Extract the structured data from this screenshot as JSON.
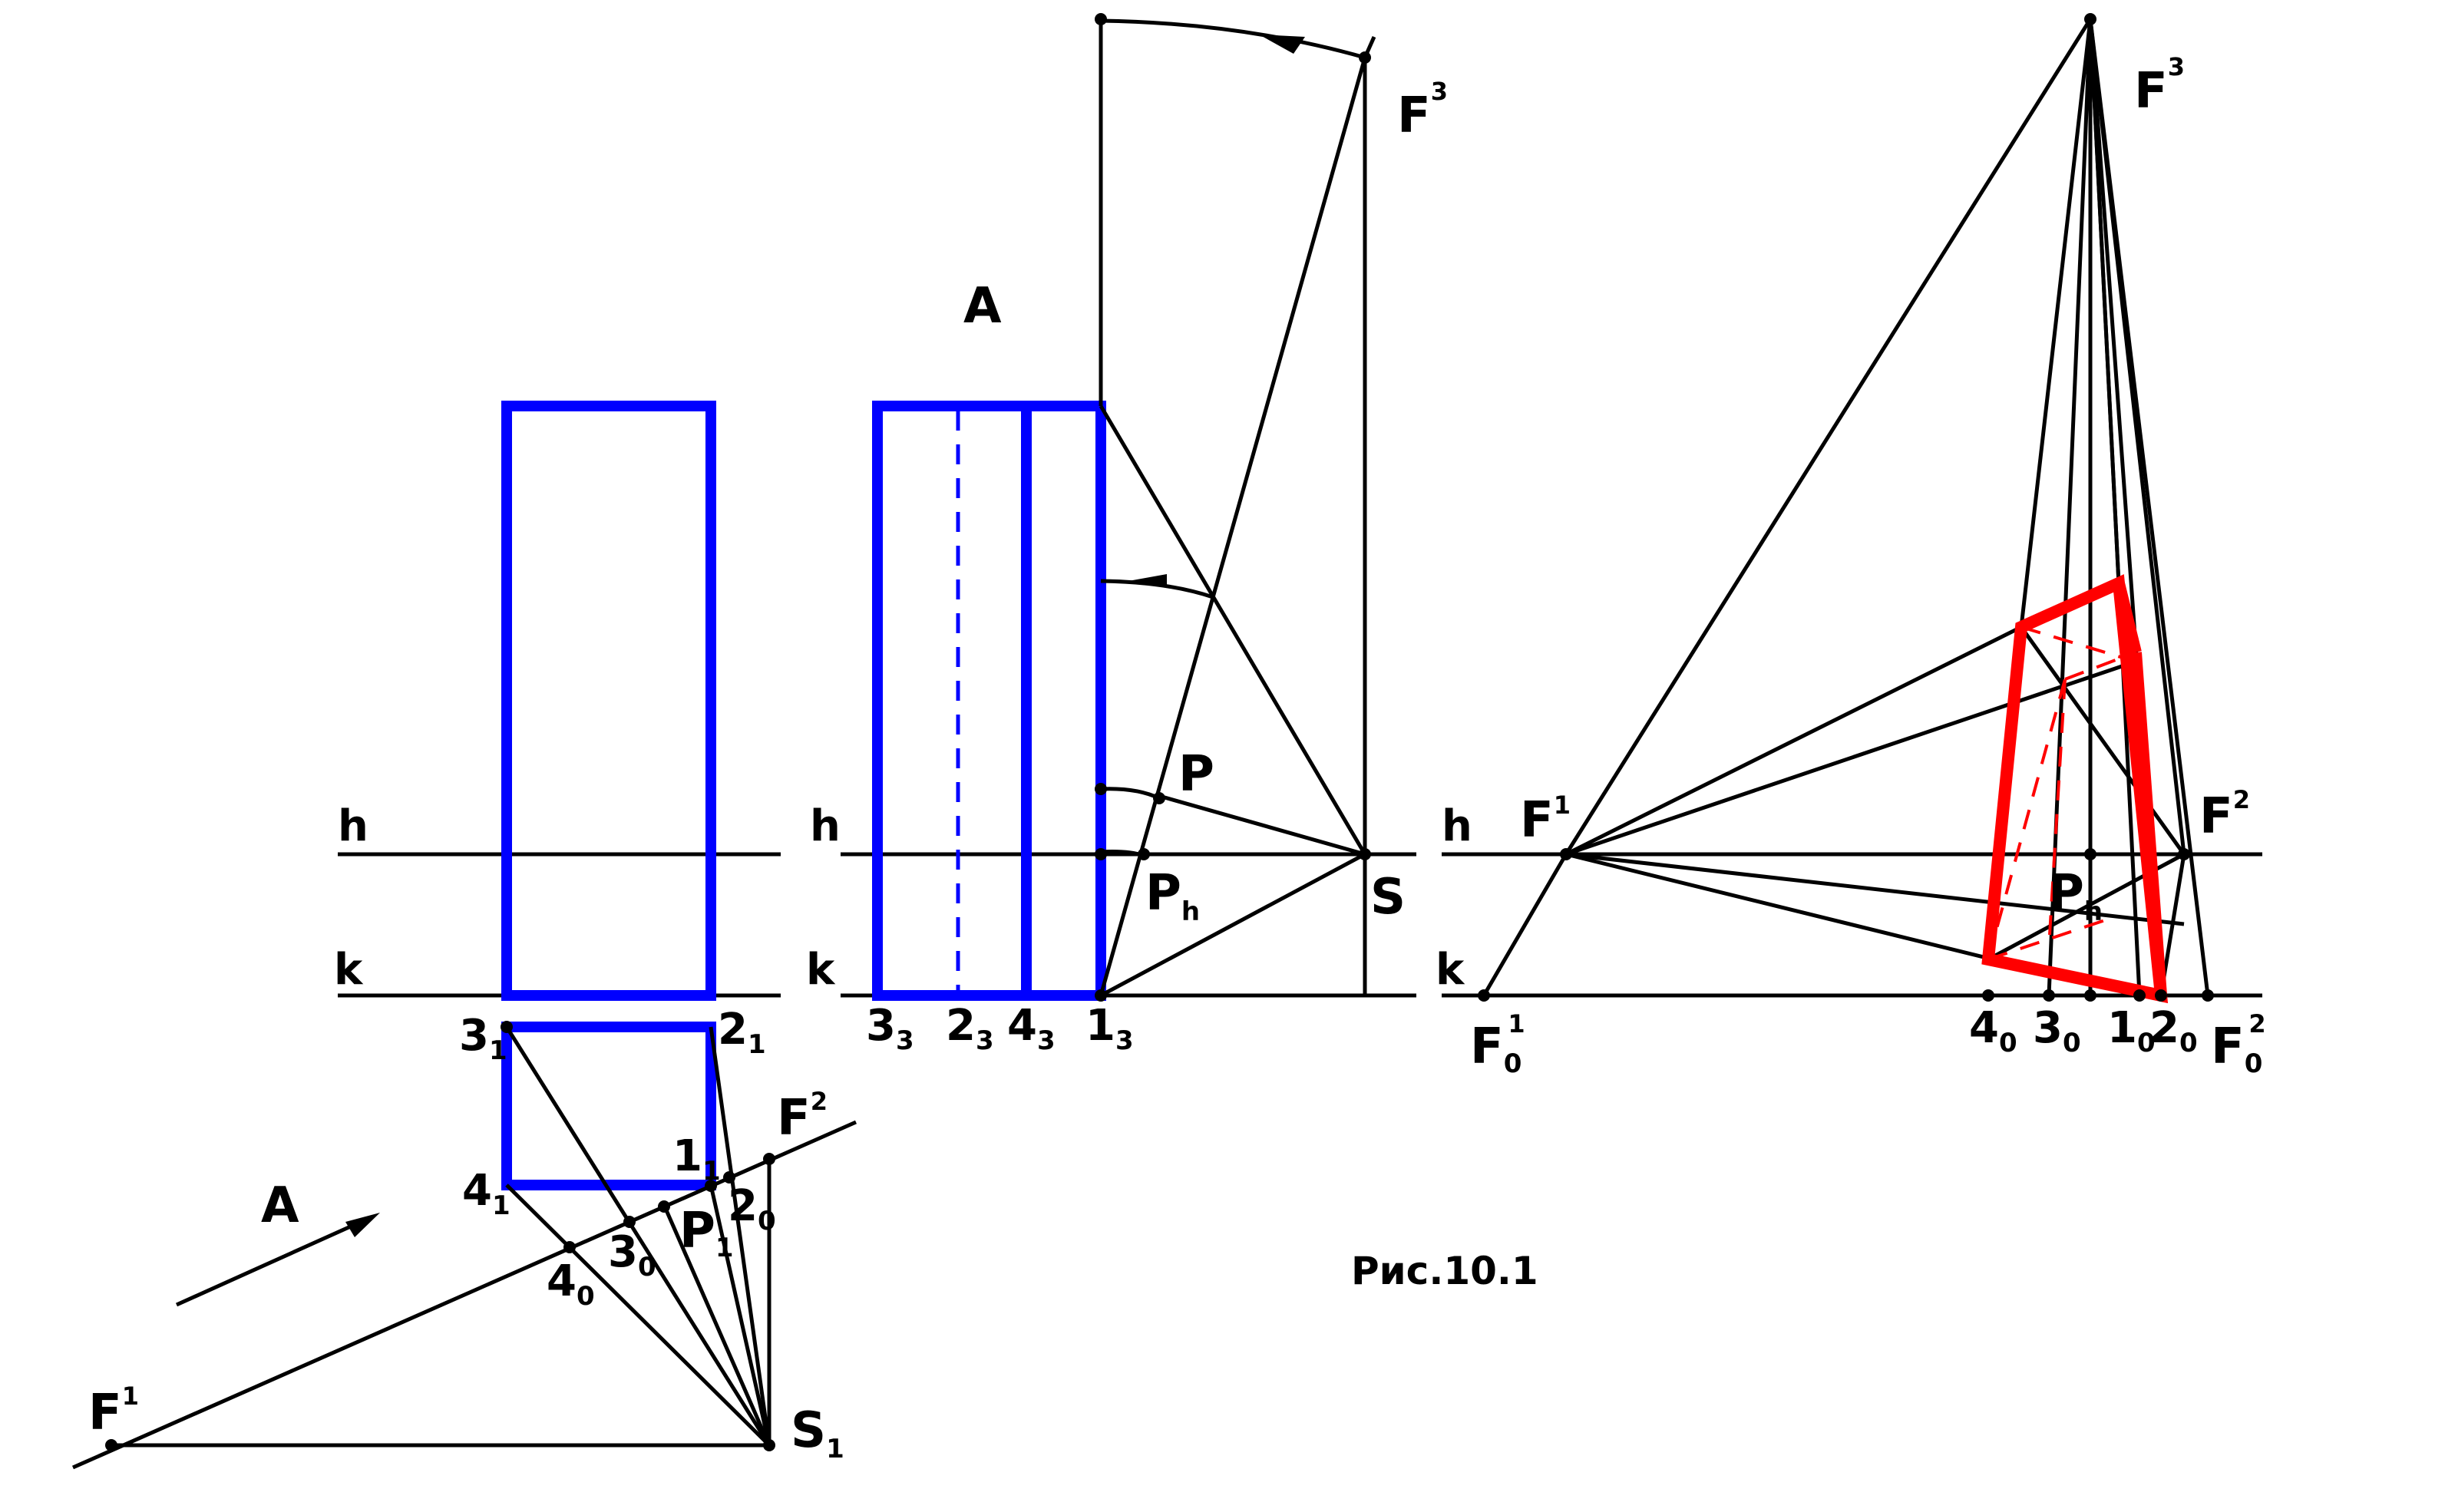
{
  "caption": "Рис.10.1",
  "colors": {
    "outline": "#0000ff",
    "perspective": "#ff0000",
    "lines": "#000000"
  },
  "view_a_label": "A",
  "left_view": {
    "h": "h",
    "k": "k",
    "p31": {
      "m": "3",
      "s": "1"
    },
    "p21": {
      "m": "2",
      "s": "1"
    },
    "p41": {
      "m": "4",
      "s": "1"
    },
    "p11": {
      "m": "1",
      "s": "1"
    },
    "p40": {
      "m": "4",
      "s": "0"
    },
    "p30": {
      "m": "3",
      "s": "0"
    },
    "p20": {
      "m": "2",
      "s": "0"
    },
    "P1": {
      "m": "P",
      "s": "1"
    },
    "F1": {
      "m": "F",
      "s": "1"
    },
    "F2": {
      "m": "F",
      "s": "2"
    },
    "S1": {
      "m": "S",
      "s": "1"
    },
    "arrow_label": "A"
  },
  "middle_view": {
    "h": "h",
    "k": "k",
    "p33": {
      "m": "3",
      "s": "3"
    },
    "p23": {
      "m": "2",
      "s": "3"
    },
    "p43": {
      "m": "4",
      "s": "3"
    },
    "p13": {
      "m": "1",
      "s": "3"
    },
    "P": "P",
    "Ph": {
      "m": "P",
      "s": "h"
    },
    "S": "S",
    "F3": {
      "m": "F",
      "s": "3"
    }
  },
  "right_view": {
    "h": "h",
    "k": "k",
    "F1": {
      "m": "F",
      "s": "1"
    },
    "F2": {
      "m": "F",
      "s": "2"
    },
    "F3": {
      "m": "F",
      "s": "3"
    },
    "F01": {
      "m": "F",
      "s": "0",
      "sup": "1"
    },
    "F02": {
      "m": "F",
      "s": "0",
      "sup": "2"
    },
    "p40": {
      "m": "4",
      "s": "0"
    },
    "p30": {
      "m": "3",
      "s": "0"
    },
    "p10": {
      "m": "1",
      "s": "0"
    },
    "p20": {
      "m": "2",
      "s": "0"
    },
    "Ph": {
      "m": "P",
      "s": "h"
    }
  }
}
